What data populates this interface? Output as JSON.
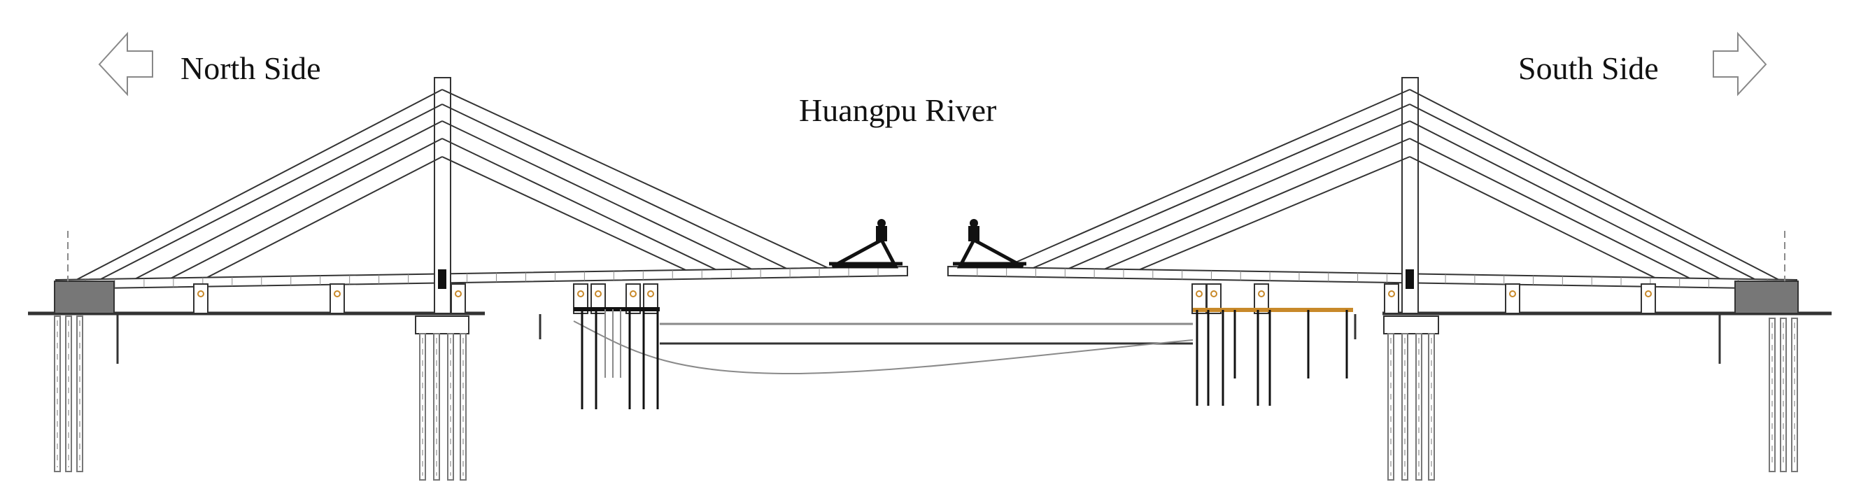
{
  "labels": {
    "north": "North Side",
    "south": "South Side",
    "river": "Huangpu River"
  },
  "colors": {
    "line": "#333333",
    "light": "#8a8a8a",
    "accent": "#c8892a"
  },
  "icons": {
    "north_arrow": "arrow-left-outline",
    "south_arrow": "arrow-right-outline"
  }
}
